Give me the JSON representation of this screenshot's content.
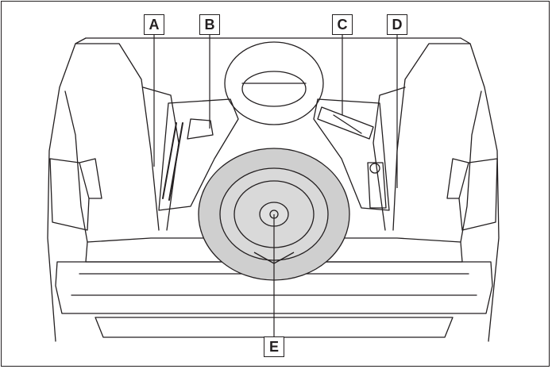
{
  "labels": {
    "a": "A",
    "b": "B",
    "c": "C",
    "d": "D",
    "e": "E"
  },
  "colors": {
    "line": "#231f20",
    "tire_fill": "#cfcfcf",
    "background": "#ffffff"
  }
}
